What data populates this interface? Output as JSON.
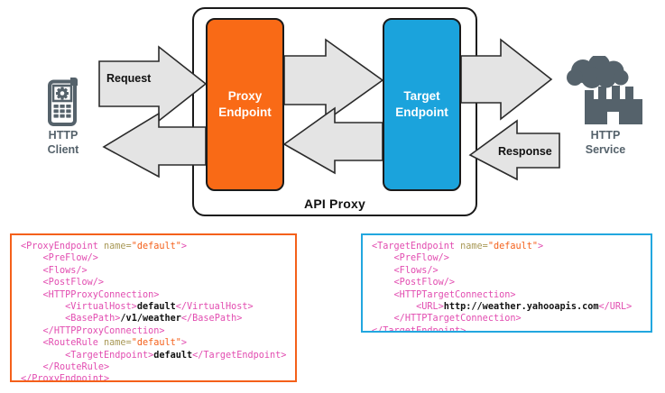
{
  "diagram": {
    "container": {
      "label": "API Proxy"
    },
    "proxy_endpoint": {
      "line1": "Proxy",
      "line2": "Endpoint",
      "color": "#F96A16"
    },
    "target_endpoint": {
      "line1": "Target",
      "line2": "Endpoint",
      "color": "#1BA3DC"
    },
    "arrows": {
      "request_label": "Request",
      "response_label": "Response",
      "fill_color": "#E4E4E4",
      "stroke_color": "#2b2b2b"
    },
    "client": {
      "line1": "HTTP",
      "line2": "Client",
      "icon": "mobile-phone-gear-icon",
      "color": "#55626B"
    },
    "service": {
      "line1": "HTTP",
      "line2": "Service",
      "icon": "factory-cloud-icon",
      "color": "#55626B"
    }
  },
  "code_blocks": {
    "proxy": {
      "border_color": "#F4601A",
      "lines": [
        [
          {
            "t": "tag",
            "v": "<ProxyEndpoint "
          },
          {
            "t": "attr",
            "v": "name="
          },
          {
            "t": "aval",
            "v": "\"default\""
          },
          {
            "t": "tag",
            "v": ">"
          }
        ],
        [
          {
            "t": "plain",
            "v": "    "
          },
          {
            "t": "tag",
            "v": "<PreFlow/>"
          }
        ],
        [
          {
            "t": "plain",
            "v": "    "
          },
          {
            "t": "tag",
            "v": "<Flows/>"
          }
        ],
        [
          {
            "t": "plain",
            "v": "    "
          },
          {
            "t": "tag",
            "v": "<PostFlow/>"
          }
        ],
        [
          {
            "t": "plain",
            "v": "    "
          },
          {
            "t": "tag",
            "v": "<HTTPProxyConnection>"
          }
        ],
        [
          {
            "t": "plain",
            "v": "        "
          },
          {
            "t": "tag",
            "v": "<VirtualHost>"
          },
          {
            "t": "text",
            "v": "default"
          },
          {
            "t": "tag",
            "v": "</VirtualHost>"
          }
        ],
        [
          {
            "t": "plain",
            "v": "        "
          },
          {
            "t": "tag",
            "v": "<BasePath>"
          },
          {
            "t": "text",
            "v": "/v1/weather"
          },
          {
            "t": "tag",
            "v": "</BasePath>"
          }
        ],
        [
          {
            "t": "plain",
            "v": "    "
          },
          {
            "t": "tag",
            "v": "</HTTPProxyConnection>"
          }
        ],
        [
          {
            "t": "plain",
            "v": "    "
          },
          {
            "t": "tag",
            "v": "<RouteRule "
          },
          {
            "t": "attr",
            "v": "name="
          },
          {
            "t": "aval",
            "v": "\"default\""
          },
          {
            "t": "tag",
            "v": ">"
          }
        ],
        [
          {
            "t": "plain",
            "v": "        "
          },
          {
            "t": "tag",
            "v": "<TargetEndpoint>"
          },
          {
            "t": "text",
            "v": "default"
          },
          {
            "t": "tag",
            "v": "</TargetEndpoint>"
          }
        ],
        [
          {
            "t": "plain",
            "v": "    "
          },
          {
            "t": "tag",
            "v": "</RouteRule>"
          }
        ],
        [
          {
            "t": "tag",
            "v": "</ProxyEndpoint>"
          }
        ]
      ]
    },
    "target": {
      "border_color": "#22A7DF",
      "lines": [
        [
          {
            "t": "tag",
            "v": "<TargetEndpoint "
          },
          {
            "t": "attr",
            "v": "name="
          },
          {
            "t": "aval",
            "v": "\"default\""
          },
          {
            "t": "tag",
            "v": ">"
          }
        ],
        [
          {
            "t": "plain",
            "v": "    "
          },
          {
            "t": "tag",
            "v": "<PreFlow/>"
          }
        ],
        [
          {
            "t": "plain",
            "v": "    "
          },
          {
            "t": "tag",
            "v": "<Flows/>"
          }
        ],
        [
          {
            "t": "plain",
            "v": "    "
          },
          {
            "t": "tag",
            "v": "<PostFlow/>"
          }
        ],
        [
          {
            "t": "plain",
            "v": "    "
          },
          {
            "t": "tag",
            "v": "<HTTPTargetConnection>"
          }
        ],
        [
          {
            "t": "plain",
            "v": "        "
          },
          {
            "t": "tag",
            "v": "<URL>"
          },
          {
            "t": "text",
            "v": "http://weather.yahooapis.com"
          },
          {
            "t": "tag",
            "v": "</URL>"
          }
        ],
        [
          {
            "t": "plain",
            "v": "    "
          },
          {
            "t": "tag",
            "v": "</HTTPTargetConnection>"
          }
        ],
        [
          {
            "t": "tag",
            "v": "</TargetEndpoint>"
          }
        ]
      ]
    }
  }
}
